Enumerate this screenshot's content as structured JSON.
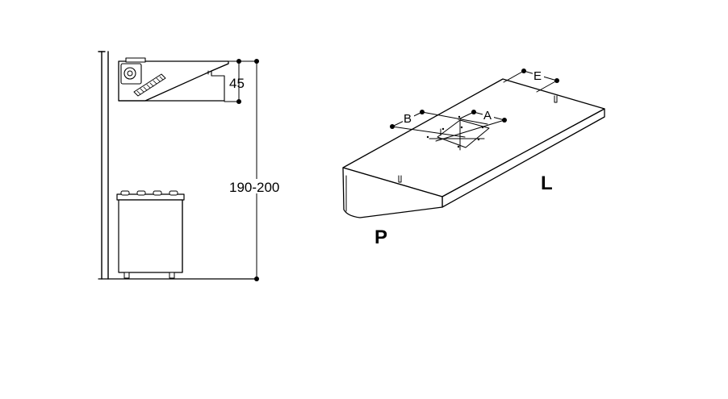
{
  "side_view": {
    "height_label": "190-200",
    "hood_depth_label": "45"
  },
  "hood_view": {
    "label_A": "A",
    "label_B": "B",
    "label_E": "E",
    "label_L": "L",
    "label_P": "P"
  }
}
